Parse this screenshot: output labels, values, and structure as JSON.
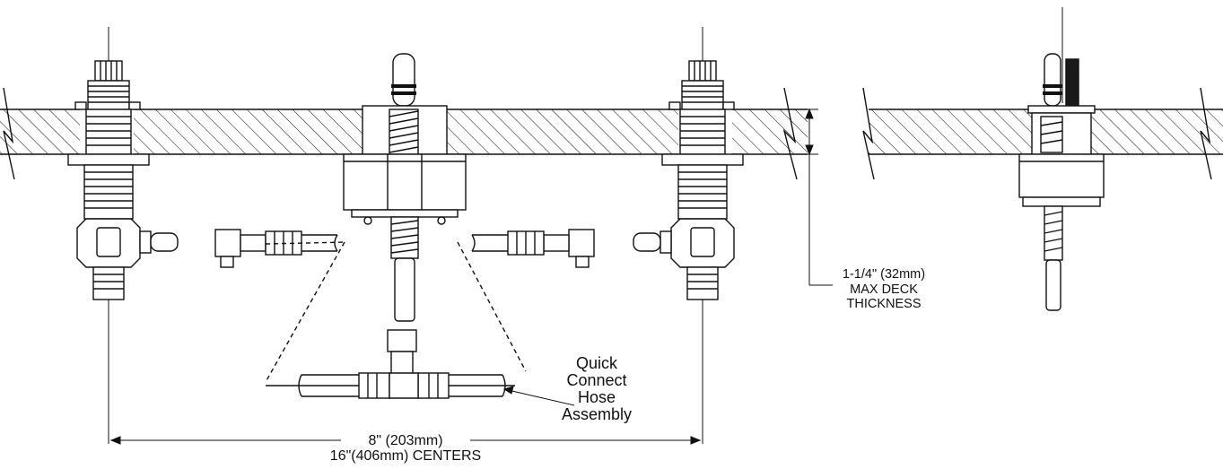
{
  "labels": {
    "quick_connect": [
      "Quick",
      "Connect",
      "Hose",
      "Assembly"
    ],
    "deck_thickness": [
      "1-1/4\" (32mm)",
      "MAX DECK",
      "THICKNESS"
    ],
    "centers": [
      "8\" (203mm)",
      "16\"(406mm) CENTERS"
    ]
  },
  "colors": {
    "ink": "#111111",
    "paper": "#ffffff",
    "stem": "#1a1a1a"
  }
}
